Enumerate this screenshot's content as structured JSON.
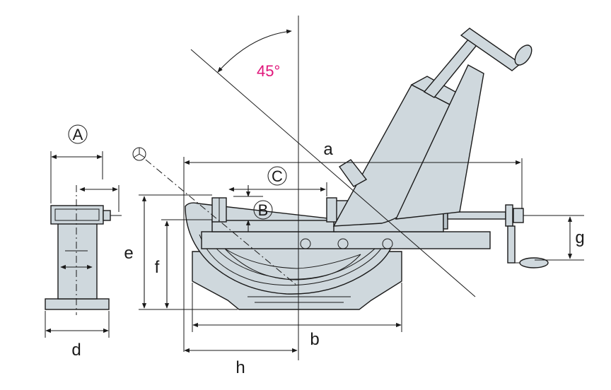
{
  "labels": {
    "a": "a",
    "b": "b",
    "d": "d",
    "e": "e",
    "f": "f",
    "g": "g",
    "h": "h"
  },
  "callouts": {
    "A": "A",
    "B": "B",
    "C": "C"
  },
  "angle": {
    "text": "45°",
    "color": "#e0157a"
  },
  "colors": {
    "part_fill": "#cfd8dd",
    "line": "#1a1a1a"
  },
  "icons": {
    "view_arrow": "view-direction-icon"
  }
}
